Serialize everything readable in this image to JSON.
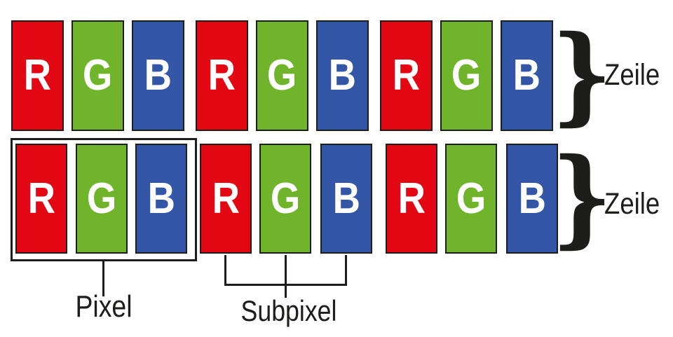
{
  "diagram": {
    "rows": [
      {
        "brace_label": "Zeile",
        "cells": [
          {
            "letter": "R",
            "color": "red"
          },
          {
            "letter": "G",
            "color": "green"
          },
          {
            "letter": "B",
            "color": "blue"
          },
          {
            "letter": "R",
            "color": "red"
          },
          {
            "letter": "G",
            "color": "green"
          },
          {
            "letter": "B",
            "color": "blue"
          },
          {
            "letter": "R",
            "color": "red"
          },
          {
            "letter": "G",
            "color": "green"
          },
          {
            "letter": "B",
            "color": "blue"
          }
        ]
      },
      {
        "brace_label": "Zeile",
        "cells": [
          {
            "letter": "R",
            "color": "red"
          },
          {
            "letter": "G",
            "color": "green"
          },
          {
            "letter": "B",
            "color": "blue"
          },
          {
            "letter": "R",
            "color": "red"
          },
          {
            "letter": "G",
            "color": "green"
          },
          {
            "letter": "B",
            "color": "blue"
          },
          {
            "letter": "R",
            "color": "red"
          },
          {
            "letter": "G",
            "color": "green"
          },
          {
            "letter": "B",
            "color": "blue"
          }
        ]
      }
    ],
    "annotations": {
      "pixel": "Pixel",
      "subpixel": "Subpixel"
    },
    "icons": {
      "curly_brace": "}"
    }
  },
  "colors": {
    "red": "#e30613",
    "green": "#70b42b",
    "blue": "#3357a6",
    "line": "#1d1d1b",
    "letter": "#ffffff",
    "background": "#ffffff"
  }
}
